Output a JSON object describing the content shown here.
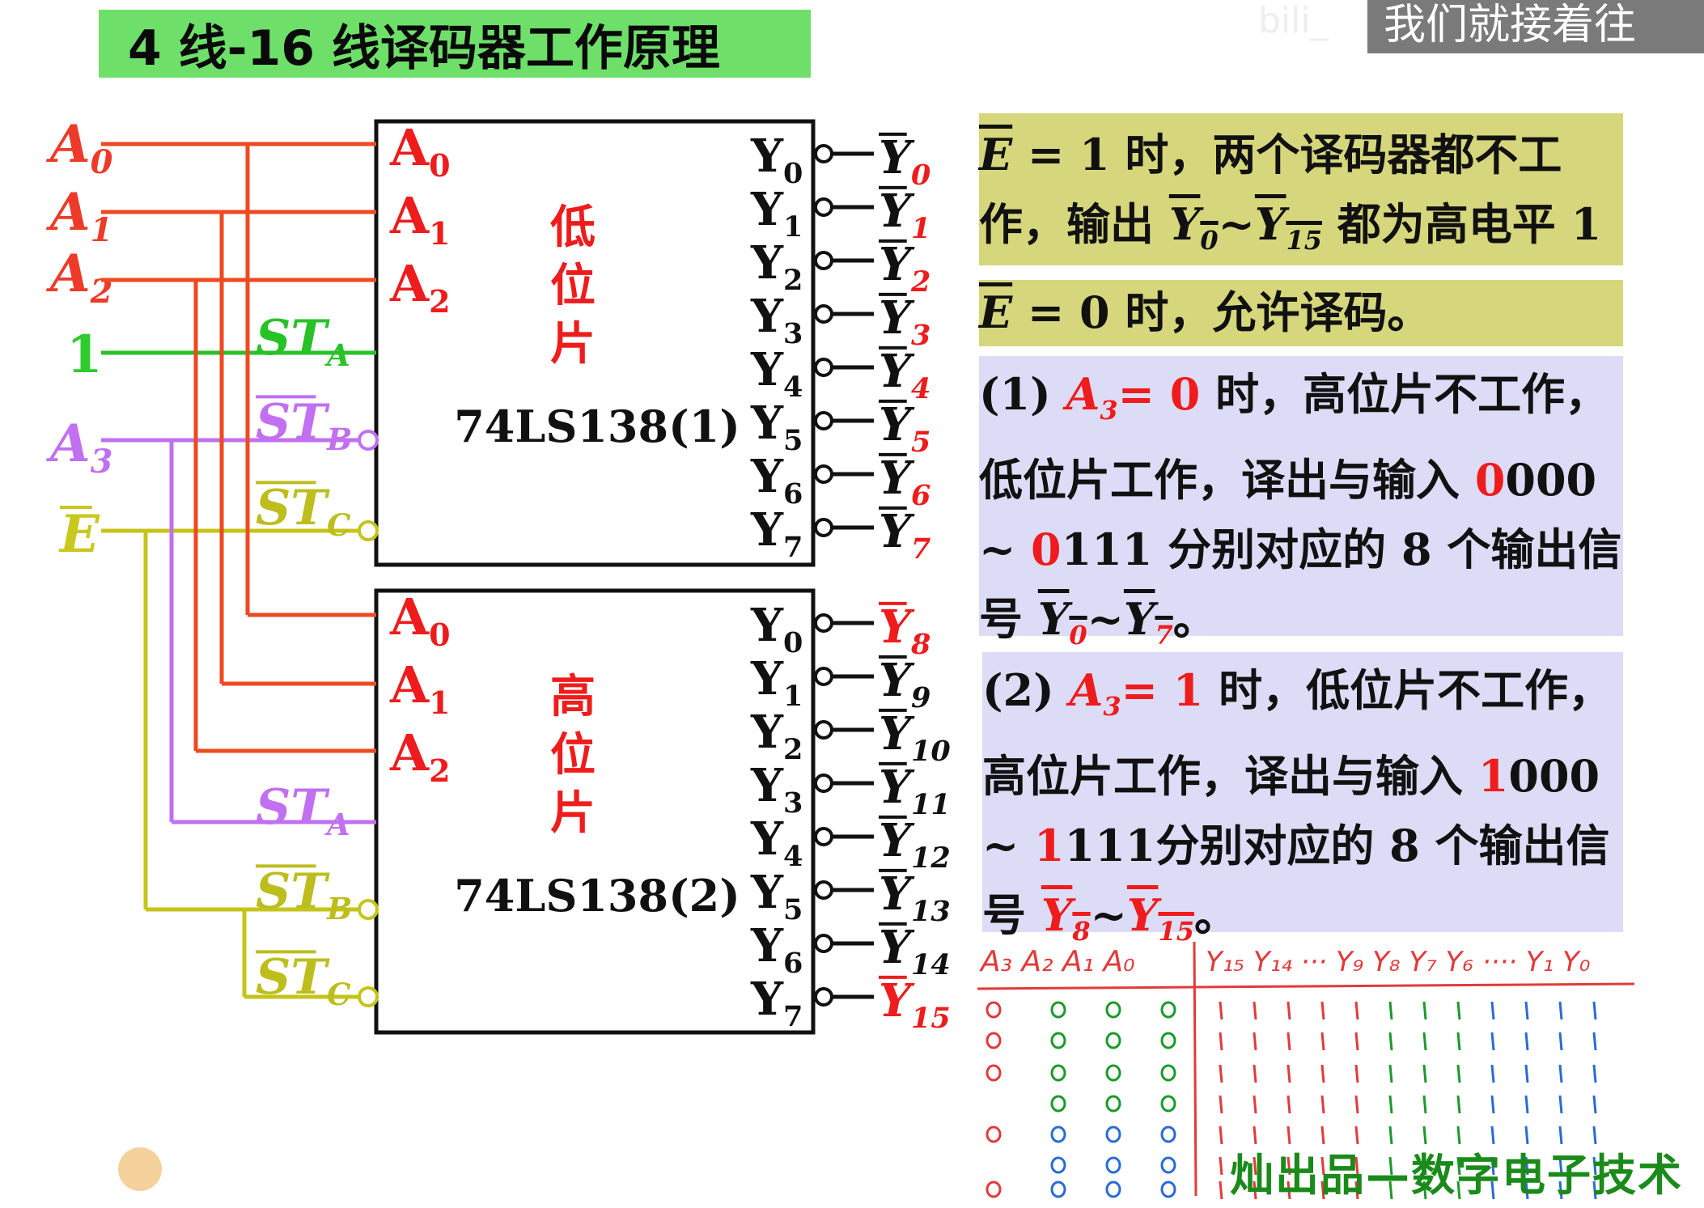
{
  "title": "4 线-16 线译码器工作原理",
  "caption": "我们就接着往",
  "ghost_text": "bili_",
  "inputs": [
    {
      "main": "A",
      "sub": "0",
      "color": "#ee3a2a"
    },
    {
      "main": "A",
      "sub": "1",
      "color": "#ee3a2a"
    },
    {
      "main": "A",
      "sub": "2",
      "color": "#ee3a2a"
    },
    {
      "main": "1",
      "sub": "",
      "color": "#2ecc2e"
    },
    {
      "main": "A",
      "sub": "3",
      "color": "#c070f0"
    },
    {
      "main": "E",
      "sub": "",
      "color": "#c8c81e"
    }
  ],
  "chip1": {
    "name": "74LS138(1)",
    "label_chars": [
      "低",
      "位",
      "片"
    ],
    "inputs": [
      {
        "main": "A",
        "sub": "0"
      },
      {
        "main": "A",
        "sub": "1"
      },
      {
        "main": "A",
        "sub": "2"
      }
    ],
    "enable_labels": [
      {
        "main": "ST",
        "sub": "A",
        "color": "#27c227"
      },
      {
        "main": "ST",
        "sub": "B",
        "color": "#c070f0"
      },
      {
        "main": "ST",
        "sub": "C",
        "color": "#bdbd1e"
      }
    ],
    "outputs": [
      "0",
      "1",
      "2",
      "3",
      "4",
      "5",
      "6",
      "7"
    ],
    "ext_outputs": [
      "0",
      "1",
      "2",
      "3",
      "4",
      "5",
      "6",
      "7"
    ]
  },
  "chip2": {
    "name": "74LS138(2)",
    "label_chars": [
      "高",
      "位",
      "片"
    ],
    "inputs": [
      {
        "main": "A",
        "sub": "0"
      },
      {
        "main": "A",
        "sub": "1"
      },
      {
        "main": "A",
        "sub": "2"
      }
    ],
    "enable_labels": [
      {
        "main": "ST",
        "sub": "A",
        "color": "#c070f0"
      },
      {
        "main": "ST",
        "sub": "B",
        "color": "#bdbd1e"
      },
      {
        "main": "ST",
        "sub": "C",
        "color": "#bdbd1e"
      }
    ],
    "outputs": [
      "0",
      "1",
      "2",
      "3",
      "4",
      "5",
      "6",
      "7"
    ],
    "ext_outputs": [
      "8",
      "9",
      "10",
      "11",
      "12",
      "13",
      "14",
      "15"
    ]
  },
  "panels": {
    "p1": {
      "line1_eq": "= 1 时，两个译码器都不工",
      "line2_a": "作，输出 ",
      "line2_b": "~",
      "line2_c": " 都为高电平 1",
      "sub_from": "0",
      "sub_to": "15"
    },
    "p2": {
      "eq": "= 0 时，允许译码。"
    },
    "p3": {
      "l1_a": "(1) ",
      "l1_b": "= 0",
      "l1_c": " 时，高位片不工作，",
      "l2_a": "低位片工作，译出与输入 ",
      "l2_b": "0",
      "l2_c": "000",
      "l3_a": "~ ",
      "l3_b": "0",
      "l3_c": "111 分别对应的 8 个输出信",
      "l4_a": "号 ",
      "l4_b": "~",
      "l4_c": "。",
      "sub3": "3",
      "sub_from": "0",
      "sub_to": "7"
    },
    "p4": {
      "l1_a": "(2) ",
      "l1_b": "= 1",
      "l1_c": " 时，低位片不工作，",
      "l2_a": "高位片工作，译出与输入 ",
      "l2_b": "1",
      "l2_c": "000",
      "l3_a": "~ ",
      "l3_b": "1",
      "l3_c": "111分别对应的 8 个输出信",
      "l4_a": "号 ",
      "l4_b": "~",
      "l4_c": "。",
      "sub3": "3",
      "sub_from": "8",
      "sub_to": "15"
    }
  },
  "handwritten": {
    "header_left": "A₃ A₂ A₁ A₀",
    "header_right": "Y₁₅ Y₁₄ ··· Y₉ Y₈  Y₇ Y₆ ···· Y₁ Y₀"
  },
  "watermark": "灿出品—数字电子技术",
  "colors": {
    "red": "#ee1c1c",
    "orange_wire": "#ee4a22",
    "green_wire": "#27c227",
    "purple_wire": "#c070f0",
    "yellow_wire": "#c4c41a",
    "title_bg": "#6ee06a"
  }
}
